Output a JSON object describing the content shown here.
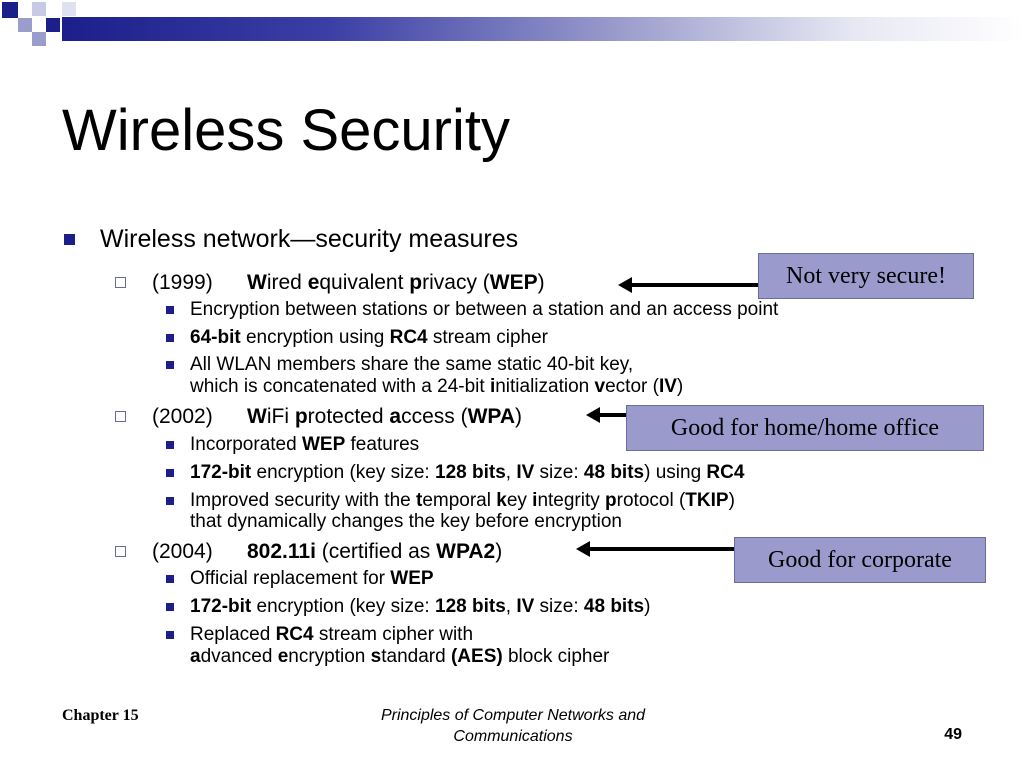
{
  "slide": {
    "title": "Wireless Security",
    "accent_color": "#1c1f8a",
    "callout_color": "#9a9acc"
  },
  "content": {
    "heading": "Wireless network—security measures",
    "wep": {
      "year": "(1999)",
      "title_parts": [
        "W",
        "ired ",
        "e",
        "quivalent ",
        "p",
        "rivacy (",
        "WEP",
        ")"
      ],
      "items": [
        {
          "parts": [
            "Encryption between stations or between a station and an access point"
          ]
        },
        {
          "parts": [
            "64-bit",
            " encryption using ",
            "RC4",
            " stream cipher"
          ]
        },
        {
          "line1": [
            "All WLAN members share the same static 40-bit key,"
          ],
          "line2": [
            "which is concatenated with a 24-bit ",
            "i",
            "nitialization ",
            "v",
            "ector (",
            "IV",
            ")"
          ]
        }
      ]
    },
    "wpa": {
      "year": "(2002)",
      "title_parts": [
        "W",
        "iFi ",
        "p",
        "rotected ",
        "a",
        "ccess (",
        "WPA",
        ")"
      ],
      "items": [
        {
          "parts": [
            "Incorporated ",
            "WEP",
            " features"
          ]
        },
        {
          "parts": [
            "172-bit",
            " encryption (key size: ",
            "128 bits",
            ", ",
            "IV",
            " size: ",
            "48 bits",
            ") using ",
            "RC4"
          ]
        },
        {
          "line1": [
            "Improved security with the ",
            "t",
            "emporal ",
            "k",
            "ey ",
            "i",
            "ntegrity ",
            "p",
            "rotocol (",
            "TKIP",
            ")"
          ],
          "line2": [
            "that dynamically changes the key before encryption"
          ]
        }
      ]
    },
    "wpa2": {
      "year": "(2004)",
      "title_parts": [
        "802.11i",
        " (certified as ",
        "WPA2",
        ")"
      ],
      "items": [
        {
          "parts": [
            "Official replacement for ",
            "WEP"
          ]
        },
        {
          "parts": [
            "172-bit",
            " encryption (key size: ",
            "128 bits",
            ", ",
            "IV",
            " size: ",
            "48 bits",
            ")"
          ]
        },
        {
          "line1": [
            "Replaced ",
            "RC4",
            " stream cipher with"
          ],
          "line2": [
            "a",
            "dvanced ",
            "e",
            "ncryption ",
            "s",
            "tandard ",
            "(AES)",
            " block cipher"
          ]
        }
      ]
    }
  },
  "callouts": {
    "wep": "Not very secure!",
    "wpa": "Good for home/home office",
    "wpa2": "Good for corporate"
  },
  "footer": {
    "chapter": "Chapter 15",
    "book_line1": "Principles of Computer Networks and",
    "book_line2": "Communications",
    "page": "49"
  }
}
